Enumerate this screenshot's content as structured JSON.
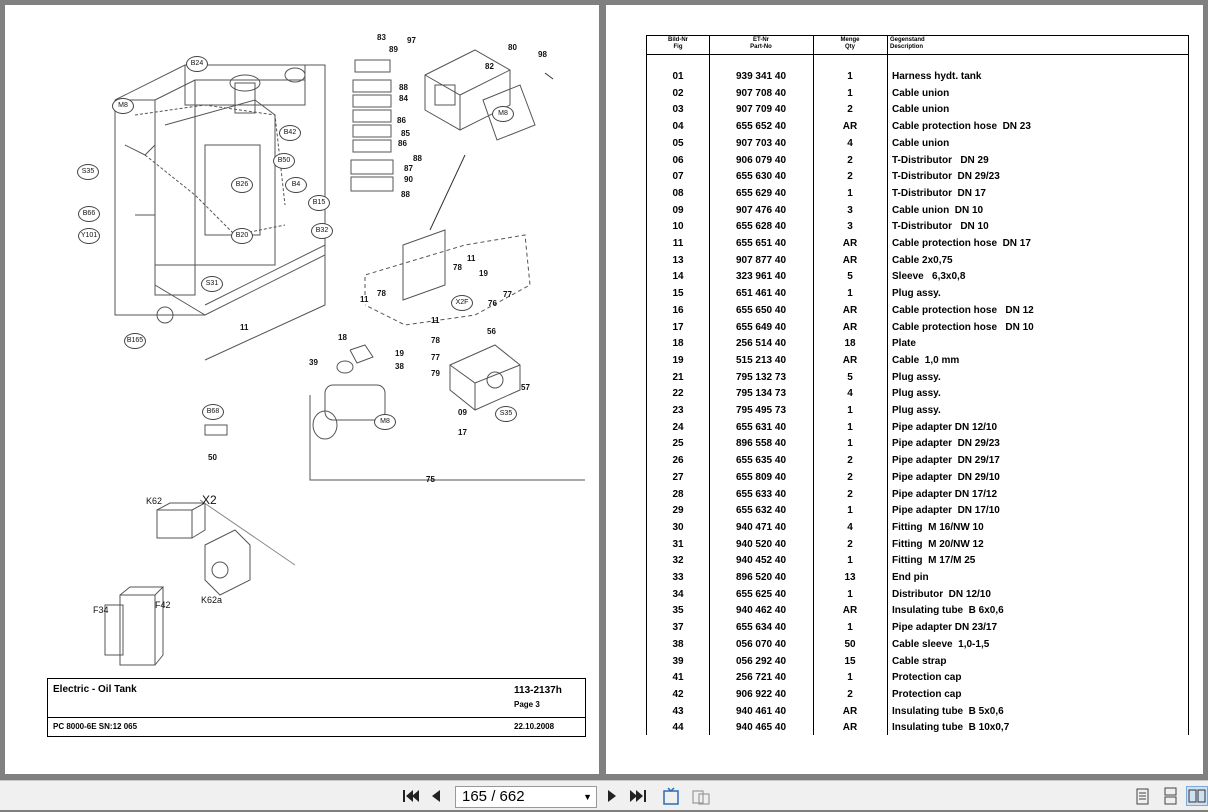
{
  "diagram": {
    "labels": [
      "83",
      "97",
      "89",
      "80",
      "98",
      "82",
      "88",
      "84",
      "M8",
      "86",
      "85",
      "86",
      "88",
      "87",
      "90",
      "88",
      "B24",
      "M8",
      "B42",
      "B50",
      "S35",
      "B26",
      "B4",
      "B15",
      "B66",
      "Y101",
      "B20",
      "B32",
      "11",
      "78",
      "19",
      "X2F",
      "76",
      "77",
      "78",
      "11",
      "S31",
      "11",
      "B165",
      "18",
      "56",
      "11",
      "78",
      "39",
      "19",
      "77",
      "38",
      "79",
      "57",
      "B68",
      "09",
      "S35",
      "M8",
      "17",
      "50",
      "75",
      "K62",
      "X2",
      "F34",
      "F42",
      "K62a"
    ]
  },
  "title_block": {
    "title": "Electric - Oil Tank",
    "doc_no": "113-2137h",
    "page": "Page 3",
    "machine": "PC 8000-6E SN:12 065",
    "date": "22.10.2008"
  },
  "table": {
    "headers": {
      "fig_de": "Bild-Nr",
      "fig_en": "Fig",
      "part_de": "ET-Nr",
      "part_en": "Part-No",
      "qty_de": "Menge",
      "qty_en": "Qty",
      "desc_de": "Gegenstand",
      "desc_en": "Description"
    },
    "rows": [
      {
        "fig": "01",
        "part": "939 341 40",
        "qty": "1",
        "desc": "Harness hydt. tank"
      },
      {
        "fig": "02",
        "part": "907 708 40",
        "qty": "1",
        "desc": "Cable union"
      },
      {
        "fig": "03",
        "part": "907 709 40",
        "qty": "2",
        "desc": "Cable union"
      },
      {
        "fig": "04",
        "part": "655 652 40",
        "qty": "AR",
        "desc": "Cable protection hose  DN 23"
      },
      {
        "fig": "05",
        "part": "907 703 40",
        "qty": "4",
        "desc": "Cable union"
      },
      {
        "fig": "06",
        "part": "906 079 40",
        "qty": "2",
        "desc": "T-Distributor   DN 29"
      },
      {
        "fig": "07",
        "part": "655 630 40",
        "qty": "2",
        "desc": "T-Distributor  DN 29/23"
      },
      {
        "fig": "08",
        "part": "655 629 40",
        "qty": "1",
        "desc": "T-Distributor  DN 17"
      },
      {
        "fig": "09",
        "part": "907 476 40",
        "qty": "3",
        "desc": "Cable union  DN 10"
      },
      {
        "fig": "10",
        "part": "655 628 40",
        "qty": "3",
        "desc": "T-Distributor   DN 10"
      },
      {
        "fig": "11",
        "part": "655 651 40",
        "qty": "AR",
        "desc": "Cable protection hose  DN 17"
      },
      {
        "fig": "13",
        "part": "907 877 40",
        "qty": "AR",
        "desc": "Cable 2x0,75"
      },
      {
        "fig": "14",
        "part": "323 961 40",
        "qty": "5",
        "desc": "Sleeve   6,3x0,8"
      },
      {
        "fig": "15",
        "part": "651 461 40",
        "qty": "1",
        "desc": "Plug assy."
      },
      {
        "fig": "16",
        "part": "655 650 40",
        "qty": "AR",
        "desc": "Cable protection hose   DN 12"
      },
      {
        "fig": "17",
        "part": "655 649 40",
        "qty": "AR",
        "desc": "Cable protection hose   DN 10"
      },
      {
        "fig": "18",
        "part": "256 514 40",
        "qty": "18",
        "desc": "Plate"
      },
      {
        "fig": "19",
        "part": "515 213 40",
        "qty": "AR",
        "desc": "Cable  1,0 mm"
      },
      {
        "fig": "21",
        "part": "795 132 73",
        "qty": "5",
        "desc": "Plug assy."
      },
      {
        "fig": "22",
        "part": "795 134 73",
        "qty": "4",
        "desc": "Plug assy."
      },
      {
        "fig": "23",
        "part": "795 495 73",
        "qty": "1",
        "desc": "Plug assy."
      },
      {
        "fig": "24",
        "part": "655 631 40",
        "qty": "1",
        "desc": "Pipe adapter DN 12/10"
      },
      {
        "fig": "25",
        "part": "896 558 40",
        "qty": "1",
        "desc": "Pipe adapter  DN 29/23"
      },
      {
        "fig": "26",
        "part": "655 635 40",
        "qty": "2",
        "desc": "Pipe adapter  DN 29/17"
      },
      {
        "fig": "27",
        "part": "655 809 40",
        "qty": "2",
        "desc": "Pipe adapter  DN 29/10"
      },
      {
        "fig": "28",
        "part": "655 633 40",
        "qty": "2",
        "desc": "Pipe adapter DN 17/12"
      },
      {
        "fig": "29",
        "part": "655 632 40",
        "qty": "1",
        "desc": "Pipe adapter  DN 17/10"
      },
      {
        "fig": "30",
        "part": "940 471 40",
        "qty": "4",
        "desc": "Fitting  M 16/NW 10"
      },
      {
        "fig": "31",
        "part": "940 520 40",
        "qty": "2",
        "desc": "Fitting  M 20/NW 12"
      },
      {
        "fig": "32",
        "part": "940 452 40",
        "qty": "1",
        "desc": "Fitting  M 17/M 25"
      },
      {
        "fig": "33",
        "part": "896 520 40",
        "qty": "13",
        "desc": "End pin"
      },
      {
        "fig": "34",
        "part": "655 625 40",
        "qty": "1",
        "desc": "Distributor  DN 12/10"
      },
      {
        "fig": "35",
        "part": "940 462 40",
        "qty": "AR",
        "desc": "Insulating tube  B 6x0,6"
      },
      {
        "fig": "37",
        "part": "655 634 40",
        "qty": "1",
        "desc": "Pipe adapter DN 23/17"
      },
      {
        "fig": "38",
        "part": "056 070 40",
        "qty": "50",
        "desc": "Cable sleeve  1,0-1,5"
      },
      {
        "fig": "39",
        "part": "056 292 40",
        "qty": "15",
        "desc": "Cable strap"
      },
      {
        "fig": "41",
        "part": "256 721 40",
        "qty": "1",
        "desc": "Protection cap"
      },
      {
        "fig": "42",
        "part": "906 922 40",
        "qty": "2",
        "desc": "Protection cap"
      },
      {
        "fig": "43",
        "part": "940 461 40",
        "qty": "AR",
        "desc": "Insulating tube  B 5x0,6"
      },
      {
        "fig": "44",
        "part": "940 465 40",
        "qty": "AR",
        "desc": "Insulating tube  B 10x0,7"
      }
    ]
  },
  "toolbar": {
    "page_display": "165 / 662",
    "icons": [
      "first-page-icon",
      "prev-page-icon",
      "next-page-icon",
      "last-page-icon",
      "fit-page-icon",
      "rotate-icon",
      "single-page-view-icon",
      "continuous-view-icon",
      "two-page-view-icon"
    ]
  }
}
